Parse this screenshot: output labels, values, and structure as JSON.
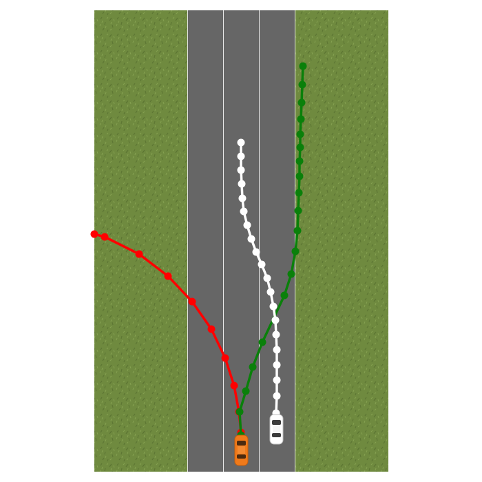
{
  "scene": {
    "lanes": 3,
    "colors": {
      "background": "#ffffff",
      "grass": "#6f8a3f",
      "grass_dark": "#5d7634",
      "road": "#666666",
      "lane_line": "#e6e6e6"
    }
  },
  "vehicles": [
    {
      "name": "ego-car",
      "color": "#f07a1a",
      "lane": 2
    },
    {
      "name": "other-car",
      "color": "#ffffff",
      "lane": 3
    }
  ],
  "trajectories": [
    {
      "name": "red-trajectory",
      "color": "#ff0000"
    },
    {
      "name": "green-trajectory",
      "color": "#0a800a"
    },
    {
      "name": "white-trajectory",
      "color": "#ffffff"
    }
  ]
}
